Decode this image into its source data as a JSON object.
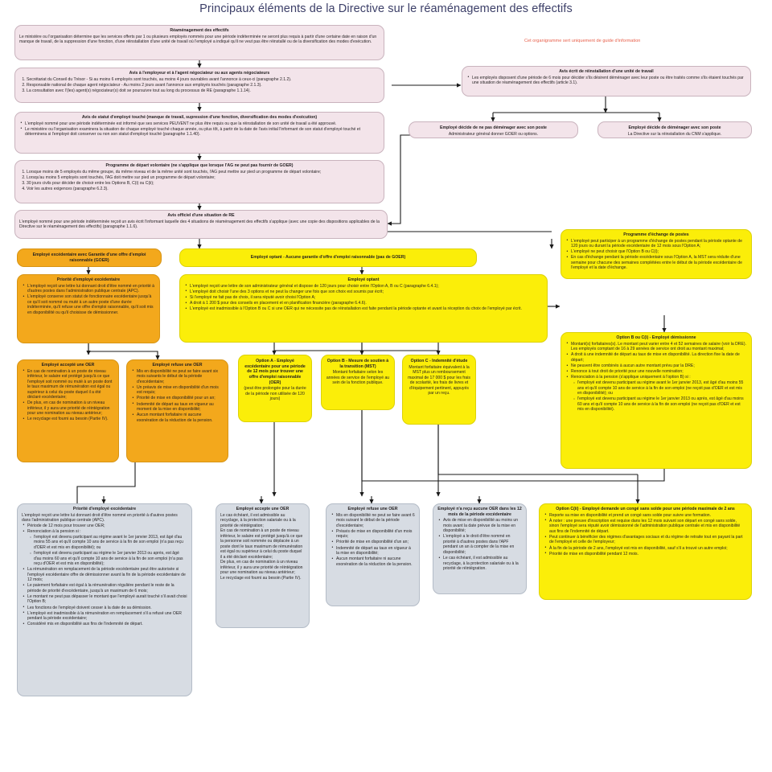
{
  "page": {
    "title": "Principaux éléments de la Directive sur le réaménagement des effectifs",
    "info_note": "Cet organigramme sert uniquement de guide d'information",
    "accent_title_color": "#3c3f68",
    "note_color": "#e8614c",
    "palette": {
      "pink": "#f3e4ea",
      "grey": "#d7dce3",
      "orange": "#f3a81c",
      "yellow": "#fbee09"
    }
  },
  "nodes": {
    "re": {
      "header": "Réaménagement des effectifs",
      "body": "Le ministère ou l'organisation détermine que les services offerts par 1 ou plusieurs employés nommés pour une période indéterminée ne seront plus requis à partir d'une certaine date en raison d'un manque de travail, de la suppression d'une fonction, d'une réinstallation d'une unité de travail où l'employé a indiqué qu'il ne veut pas être réinstallé ou de la diversification des modes d'exécution."
    },
    "avis_employeur": {
      "header": "Avis à l'employeur et à l'agent négociateur ou aux agents négociateurs",
      "items": [
        "Secrétariat du Conseil du Trésor - Si au moins 6 employés sont touchés, au moins 4 jours ouvrables avant l'annonce à ceux-ci (paragraphe 2.1.2).",
        "Responsable national de chaque agent négociateur - Au moins 2 jours avant l'annonce aux employés touchés (paragraphe 2.1.3).",
        "La consultation avec l'(les) agent(s) négociateur(s) doit se poursuivre tout au long du processus de RE (paragraphe 1.1.14)."
      ]
    },
    "avis_statut": {
      "header": "Avis de statut d'employé touché (manque de travail, supression d'une fonction, diversification des modes d'exécution)",
      "items": [
        "L'employé nommé pour une période indéterminée est informé que ses services PEUVENT ne plus être requis ou que la réinstallation de son unité de travail a été approuvé.",
        "Le ministère ou l'organisation examinera la situation de chaque employé touché chaque année, ou plus tôt, à partir de la date de l'avis initial l'informant de son statut d'employé touché et déterminera si l'employé doit conserver ou non son statut d'employé touché (paragraphe 1.1.40)."
      ]
    },
    "depart_volontaire": {
      "header": "Programme de départ volontaire (ne s'applique que lorsque l'AG ne peut pas fournir de GOER)",
      "items": [
        "Lorsque moins de 5 employés du même groupe, du même niveau et de la même unité sont touchés, l'AG peut mettre sur pied un programme de départ volontaire;",
        "Lorsqu'au moins 5 employés sont touchés, l'AG doit mettre sur pied un programme de départ volontaire;",
        "30 jours civils pour décider de choisir entre les Options B, C(i) ou C(ii);",
        "Voir les autres exigences (paragraphe 6.2.3)."
      ]
    },
    "avis_officiel": {
      "header": "Avis officiel d'une situation de RE",
      "body": "L'employé nommé pour une période indéterminée reçoit un avis écrit l'informant laquelle des 4 situations de réaménagement des effectifs s'applique (avec une copie des dispositions applicables de la Directive sur le réaménagement des effectifs) (paragraphe 1.1.6)."
    },
    "avis_reinstallation": {
      "header": "Avis écrit de réinstallation d'une unité de travail",
      "items": [
        "Les employés disposent d'une période de 6 mois pour décider s'ils désirent déménager avec leur poste ou être traités comme s'ils étaient touchés par une situation de réaménagement des effectifs (article 3.1)."
      ]
    },
    "pas_demenager": {
      "header": "Employé décide de ne pas déménager avec son poste",
      "body": "Administrateur général donner GOER ou options."
    },
    "demenager": {
      "header": "Employé décide de déménager avec son poste",
      "body": "La Directive sur la réinstallation du CNM s'applique."
    },
    "banner_goer": {
      "label": "Employé excédentaire avec Garantie d'une offre d'emploi raisonnable (GOER)"
    },
    "banner_optant": {
      "label": "Employé optant - Aucune garantie d'offre d'emploi raisonnable (pas de GOER)"
    },
    "priorite_exc_top": {
      "header": "Priorité d'employé excédentaire",
      "items": [
        "L'employé reçoit une lettre lui donnant droit d'être nommé en priorité à d'autres postes dans l'administration publique centrale (APC).",
        "L'employé conserve son statut de fonctionnaire excédentaire jusqu'à ce qu'il soit nommé ou muté à un autre poste d'une durée indéterminée, qu'il refuse une offre d'emploi raisonnable, qu'il soit mis en disponibilité ou qu'il choisisse de démissionner."
      ]
    },
    "employe_optant": {
      "header": "Employé optant",
      "items": [
        "L'employé reçoit une lettre de son administrateur général et dispose de 120 jours pour choisir entre l'Option A, B ou C (paragraphe 6.4.1);",
        "L'employé doit choisir l'une des 3 options et ne peut la changer une fois que son choix est soumis par écrit;",
        "Si l'employé ne fait pas de choix, il sera réputé avoir choisi l'Option A;",
        "A droit à 1 200 $ pour des conseils en placement et en planification financière (paragraphe 6.4.6).",
        "L'employé est inadmissible à l'Option B ou C si une OER qui ne nécessite pas de réinstallation est faite pendant la période optante et avant la réception du choix de l'employé par écrit."
      ]
    },
    "accepte_oer_haut": {
      "header": "Employé accepté une OER",
      "items": [
        "En cas de nomination à un poste de niveau inférieur, le salaire est protégé jusqu'à ce que l'employé soit nommé ou muté à un poste dont le taux maximum de rémunération est égal ou supérieur à celui du poste duquel il a été déclaré excédentaire;",
        "De plus, en cas de nomination à un niveau inférieur, il y aura une priorité de réintégration pour une nomination au niveau antérieur;",
        "Le recyclage est fourni au besoin (Partie IV)."
      ]
    },
    "refuse_oer_haut": {
      "header": "Employé refuse une OER",
      "items": [
        "Mis en disponibilité ne peut se faire avant six mois suivants le début de la période d'excédentaire;",
        "Un préavis de mise en disponibilité d'un mois est requis;",
        "Priorité de mise en disponibilité pour un an;",
        "Indemnité de départ au taux en vigueur au moment de la mise en disponibilité;",
        "Aucun montant forfaitaire ni aucune exonération de la réduction de la pension."
      ]
    },
    "option_a": {
      "header": "Option A - Employé excédentaire pour une période de 12 mois pour trouver une offre d'emploi raisonnable (OER)",
      "body": "(peut être prolongée pour la durée de la période non utilisée de 120 jours)"
    },
    "option_b": {
      "header": "Option B - Mesure de soutien à la transition (MST)",
      "body": "Montant forfaitaire selon les années de service de l'employé au sein de la fonction publique."
    },
    "option_c": {
      "header": "Option C - Indemnité d'étude",
      "body": "Montant forfaitaire équivalent à la MST plus un remboursement maximal de 17 000 $ pour les frais de scolarité, les frais de livres et d'équipement pertinent, appuyés par un reçu."
    },
    "echange_postes": {
      "header": "Programme d'échange de postes",
      "items": [
        "L'employé peut participer à un programme d'échange de postes pendant la période optante de 120 jours ou durant la période excédentaire de 12 mois sous l'Option A;",
        "L'employé ne peut choisir que l'Option B ou C(i);",
        "En cas d'échange pendant la période excédentaire sous l'Option A, la MST sera réduite d'une semaine pour chacune des semaines complétées entre le début de la période excédentaire de l'employé et la date d'échange."
      ]
    },
    "option_b_ci": {
      "header": "Option B ou C(i) - Employé démissionne",
      "items": [
        "Montant(s) forfaitaires(s). Le montant peut varier entre 4 et 52 semaines de salaire (voir la DRE). Les employés comptant de 16 à 29 années de service ont droit au montant maximal;",
        "A droit à une indemnité de départ au taux de mise en disponibilité. La direction fixe la date de départ;",
        "Ne peuvent être combinés à aucun autre montant prévu par la DRE;",
        "Renonce à tout droit de priorité pour une nouvelle nomination;",
        "Renonciation à la pension (s'applique uniquement à l'option B) si :"
      ],
      "subitems": [
        "l'employé est devenu participant au régime avant le 1er janvier 2013, est âgé d'au moins 55 ans et qu'il compte 10 ans de service à la fin de son emploi (ne reçoit pas d'OER et est mis en disponibilité); ou",
        "l'employé est devenu participant au régime le 1er janvier 2013 ou après, est âgé d'au moins 60 ans et qu'il compte 10 ans de service à la fin de son emploi (ne reçoit pas d'OER et est mis en disponibilité)."
      ]
    },
    "priorite_exc_bas": {
      "header": "Priorité d'employé excédentaire",
      "intro": "L'employé reçoit une lettre lui donnant droit d'être nommé en priorité à d'autres postes dans l'administration publique centrale (APC).",
      "items": [
        "Période de 12 mois pour trouver une OER;",
        "Renonciation à la pension si :"
      ],
      "subitems": [
        "l'employé est devenu participant au régime avant le 1er janvier 2013, est âgé d'au moins 55 ans et qu'il compte 10 ans de service à la fin de son emploi (n'a pas reçu d'OER et est mis en disponibilité); ou",
        "l'employé est devenu participant au régime le 1er janvier 2013 ou après, est âgé d'au moins 60 ans et qu'il compte 10 ans de service à la fin de son emploi (n'a pas reçu d'OER et est mis en disponibilité);"
      ],
      "items2": [
        "La rémunération en remplacement de la période excédentaire peut être autorisée si l'employé excédentaire offre de démissionner avant la fin de la période excédentaire de 12 mois;",
        "Le paiement forfaitaire est égal à la rémunération régulière pendant le reste de la période de priorité d'excédentaire, jusqu'à un maximum de 6 mois;",
        "Le montant ne peut pas dépasser le montant que l'employé aurait touché s'il avait choisi l'Option B;",
        "Les fonctions de l'employé doivent cesser à la date de sa démission.",
        "L'employé est inadmissible à la rémunération en remplacement s'il a refusé une OER pendant la période excédentaire;",
        "Considéré mis en disponibilité aux fins de l'indemnité de départ."
      ]
    },
    "accepte_oer_bas": {
      "header": "Employé accepte une OER",
      "paragraphs": [
        "Le cas échéant, il est admissible au recyclage, à la protection salariale ou à la priorité de réintégration;",
        "En cas de nomination à un poste de niveau inférieur, le salaire est protégé jusqu'à ce que la personne soit nommée ou déplacée à un poste dont le taux maximum de rémunération est égal ou supérieur à celui du poste duquel il a été déclaré excédentaire;",
        "De plus, en cas de nomination à un niveau inférieur, il y aura une priorité de réintégration pour une nomination au niveau antérieur;",
        "Le recyclage est fourni au besoin (Partie IV)."
      ]
    },
    "refuse_oer_bas": {
      "header": "Employé refuse une OER",
      "items": [
        "Mis en disponibilité ne peut se faire avant 6 mois suivant le début de la période d'excédentaire;",
        "Préavis de mise en disponibilité d'un mois requis;",
        "Priorité de mise en disponibilité d'un an;",
        "Indemnité de départ au taux en vigueur à la mise en disponibilité;",
        "Aucun montant forfaitaire ni aucune exonération de la réduction de la pension."
      ]
    },
    "aucune_oer": {
      "header": "Employé n'a reçu aucune OER dans les 12 mois de la période excédentaire",
      "items": [
        "Avis de mise en disponibilité au moins un mois avant la date prévue de la mise en disponibilité;",
        "L'employé a le droit d'être nommé en priorité à d'autres postes dans l'APF pendant un an à compter de la mise en disponibilité;",
        "Le cas échéant, il est admissible au recyclage, à la protection salariale ou à la priorité de réintégration."
      ]
    },
    "option_cii": {
      "header": "Option C(ii) - Employé demande un congé sans solde pour une période maximale de 2 ans",
      "items": [
        "Reporte sa mise en disponibilité et prend un congé sans solde pour suivre une formation.",
        "À noter : une preuve d'inscription est requise dans les 12 mois suivant son départ en congé sans solde, sinon l'employé sera réputé avoir démissionné de l'administration publique centrale et mis en disponibilité aux fins de l'indemnité de départ.",
        "Peut continuer à bénéficier des régimes d'avantages sociaux et du régime de retraite tout en payant la part de l'employé et celle de l'employeur;",
        "À la fin de la période de 2 ans, l'employé est mis en disponibilité, sauf s'il a trouvé un autre emploi;",
        "Priorité de mise en disponibilité pendant 12 mois."
      ]
    }
  }
}
